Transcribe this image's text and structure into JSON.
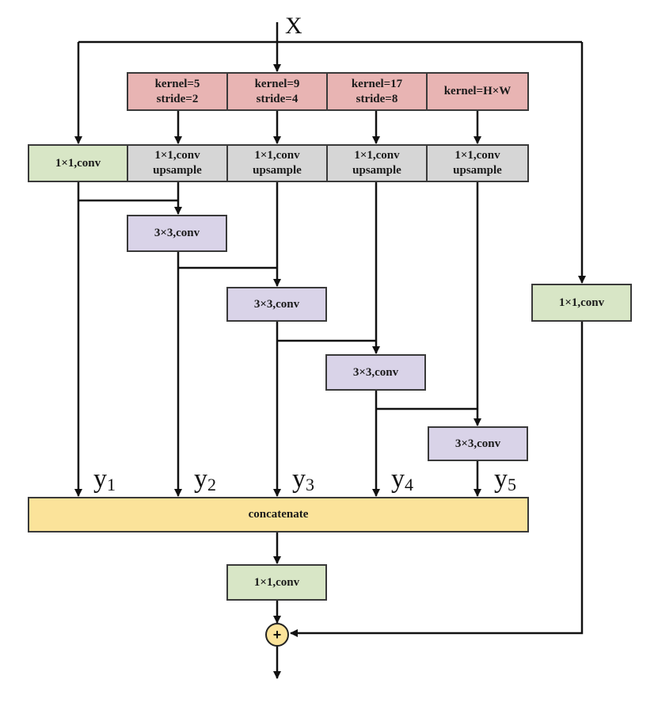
{
  "input_label": "X",
  "pool_row": [
    {
      "line1": "kernel=5",
      "line2": "stride=2"
    },
    {
      "line1": "kernel=9",
      "line2": "stride=4"
    },
    {
      "line1": "kernel=17",
      "line2": "stride=8"
    },
    {
      "line1": "kernel=H×W",
      "line2": ""
    }
  ],
  "first_conv": "1×1,conv",
  "upsample_row": [
    {
      "line1": "1×1,conv",
      "line2": "upsample"
    },
    {
      "line1": "1×1,conv",
      "line2": "upsample"
    },
    {
      "line1": "1×1,conv",
      "line2": "upsample"
    },
    {
      "line1": "1×1,conv",
      "line2": "upsample"
    }
  ],
  "conv3_blocks": [
    "3×3,conv",
    "3×3,conv",
    "3×3,conv",
    "3×3,conv"
  ],
  "shortcut_conv": "1×1,conv",
  "outputs": [
    {
      "base": "y",
      "sub": "1"
    },
    {
      "base": "y",
      "sub": "2"
    },
    {
      "base": "y",
      "sub": "3"
    },
    {
      "base": "y",
      "sub": "4"
    },
    {
      "base": "y",
      "sub": "5"
    }
  ],
  "concat_label": "concatenate",
  "final_conv": "1×1,conv",
  "sum_symbol": "+",
  "colors": {
    "pool": "#e8b4b3",
    "upsample": "#d6d6d6",
    "conv1x1": "#d8e6c6",
    "conv3x3": "#d9d3e8",
    "concat": "#fbe39a"
  }
}
